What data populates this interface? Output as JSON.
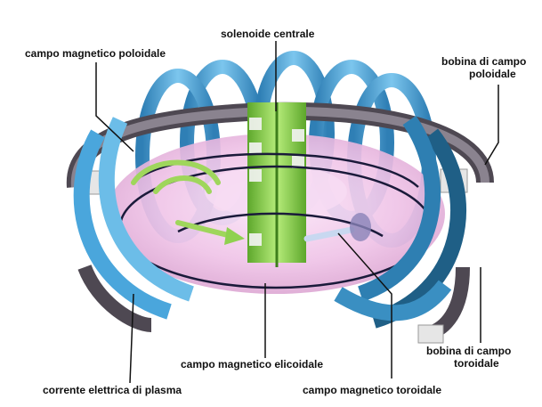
{
  "labels": {
    "solenoide_centrale": "solenoide centrale",
    "campo_poloidale": "campo magnetico poloidale",
    "bobina_poloidale_1": "bobina di campo",
    "bobina_poloidale_2": "poloidale",
    "bobina_toroidale_1": "bobina di campo",
    "bobina_toroidale_2": "toroidale",
    "campo_elicoidale": "campo magnetico elicoidale",
    "corrente_plasma": "corrente elettrica di plasma",
    "campo_toroidale": "campo magnetico toroidale"
  },
  "colors": {
    "plasma": "#f0c8ea",
    "coil_blue": "#5fb6e6",
    "coil_dark": "#1f5f86",
    "poloidal_coil": "#6b6470",
    "solenoid": "#8fd14f",
    "field_line": "#1a1a3a",
    "leader": "#111111"
  }
}
